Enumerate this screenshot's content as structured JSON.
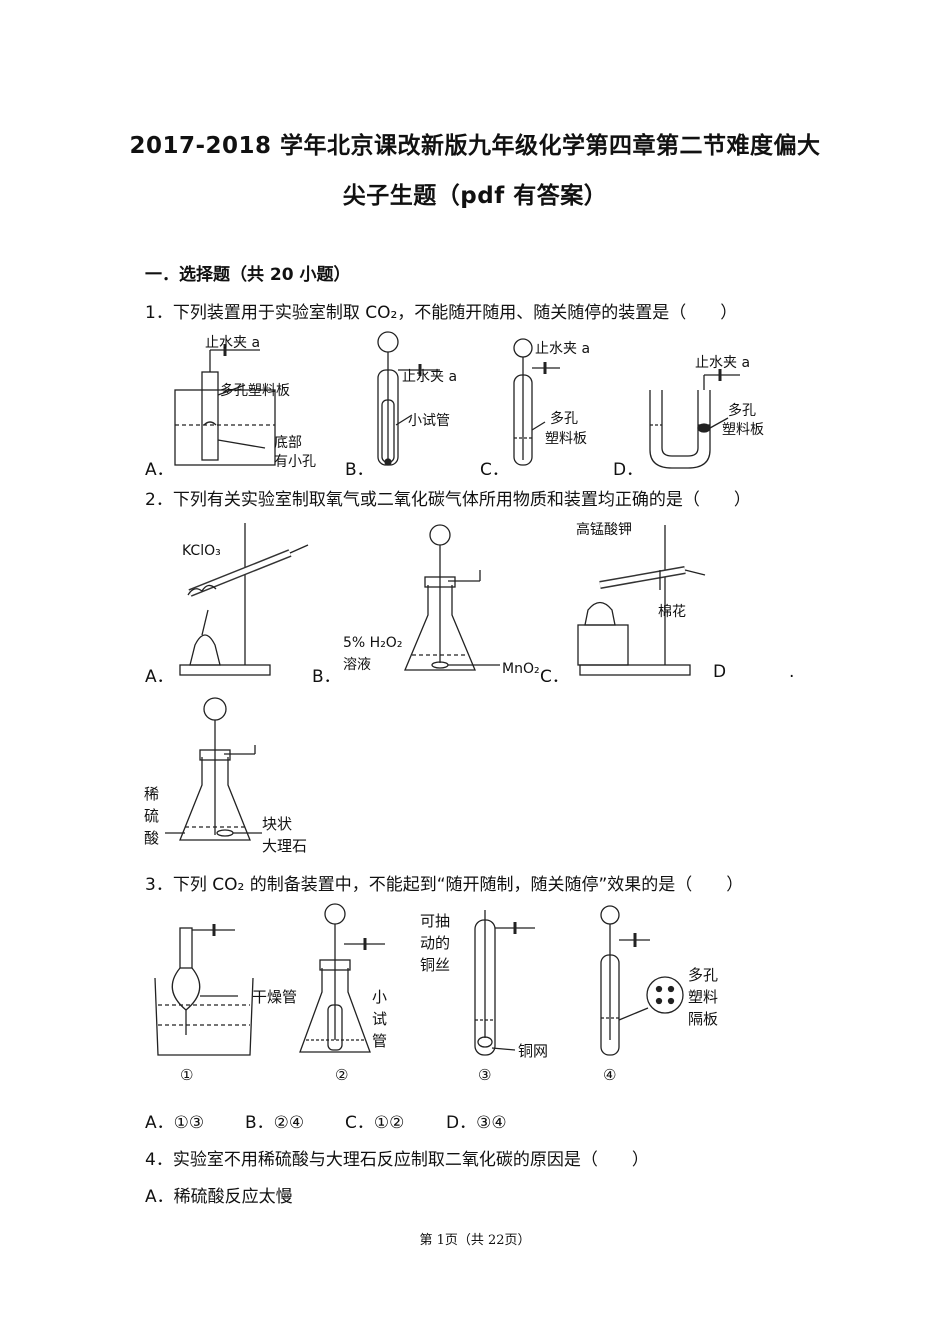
{
  "title": {
    "line1": "2017-2018 学年北京课改新版九年级化学第四章第二节难度偏大",
    "line2": "尖子生题（pdf 有答案）"
  },
  "section": "一．选择题（共 20 小题）",
  "q1": {
    "stem": "1．下列装置用于实验室制取 CO₂，不能随开随用、随关随停的装置是（　　）",
    "options": [
      "A．",
      "B．",
      "C．",
      "D．"
    ],
    "fig_labels": {
      "a_clip": "止水夹 a",
      "a_plate": "多孔塑料板",
      "a_bottom1": "底部",
      "a_bottom2": "有小孔",
      "b_clip": "止水夹 a",
      "b_tube": "小试管",
      "c_clip": "止水夹 a",
      "c_plate1": "多孔",
      "c_plate2": "塑料板",
      "d_clip": "止水夹 a",
      "d_plate1": "多孔",
      "d_plate2": "塑料板"
    }
  },
  "q2": {
    "stem": "2．下列有关实验室制取氧气或二氧化碳气体所用物质和装置均正确的是（　　）",
    "options": [
      "A．",
      "B．",
      "C．",
      "D",
      "."
    ],
    "fig_labels": {
      "a_chem": "KClO₃",
      "b_h2o2_1": "5% H₂O₂",
      "b_h2o2_2": "溶液",
      "b_mno2": "MnO₂",
      "c_kmno4": "高锰酸钾",
      "c_cotton": "棉花",
      "d_acid1": "稀",
      "d_acid2": "硫",
      "d_acid3": "酸",
      "d_stone1": "块状",
      "d_stone2": "大理石"
    }
  },
  "q3": {
    "stem": "3．下列 CO₂ 的制备装置中，不能起到“随开随制，随关随停”效果的是（　　）",
    "fig_labels": {
      "dry_tube": "干燥管",
      "small_tube1": "小",
      "small_tube2": "试",
      "small_tube3": "管",
      "wire1": "可抽",
      "wire2": "动的",
      "wire3": "铜丝",
      "net": "铜网",
      "plate1": "多孔",
      "plate2": "塑料",
      "plate3": "隔板"
    },
    "numbers": [
      "①",
      "②",
      "③",
      "④"
    ],
    "choices": [
      "A．①③",
      "B．②④",
      "C．①②",
      "D．③④"
    ]
  },
  "q4": {
    "stem": "4．实验室不用稀硫酸与大理石反应制取二氧化碳的原因是（　　）",
    "option_a": "A．稀硫酸反应太慢"
  },
  "footer": "第 1页（共 22页）"
}
